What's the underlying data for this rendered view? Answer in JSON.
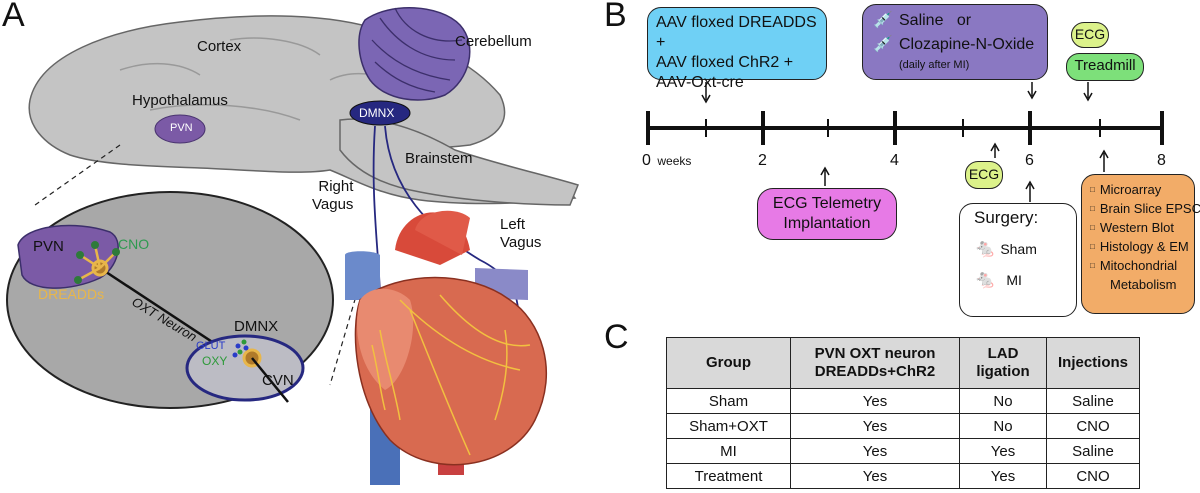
{
  "panels": {
    "a": "A",
    "b": "B",
    "c": "C"
  },
  "brain": {
    "cortex": "Cortex",
    "cerebellum": "Cerebellum",
    "hypothalamus": "Hypothalamus",
    "pvn": "PVN",
    "dmnx": "DMNX",
    "brainstem": "Brainstem"
  },
  "inset": {
    "pvn": "PVN",
    "cno": "CNO",
    "dreadds": "DREADDs",
    "oxt_neuron": "OXT Neuron",
    "dmnx": "DMNX",
    "glut": "GLUT",
    "oxy": "OXY",
    "cvn": "CVN"
  },
  "heart": {
    "right_vagus": [
      "Right",
      "Vagus"
    ],
    "left_vagus": [
      "Left",
      "Vagus"
    ]
  },
  "timeline": {
    "virus_box": [
      "AAV floxed DREADDS +",
      "AAV floxed ChR2 +",
      "AAV-Oxt-cre"
    ],
    "injection_box": {
      "line1": "Saline   or",
      "line2": "Clozapine-N-Oxide",
      "note": "(daily after MI)"
    },
    "ecg_top": "ECG",
    "treadmill": "Treadmill",
    "ticks": {
      "t0": "0",
      "weeks": "weeks",
      "t2": "2",
      "t4": "4",
      "t6": "6",
      "t8": "8"
    },
    "telemetry_box": [
      "ECG Telemetry",
      "Implantation"
    ],
    "ecg_mid": "ECG",
    "surgery": {
      "title": "Surgery:",
      "sham": "Sham",
      "mi": "MI"
    },
    "assays": [
      "Microarray",
      "Brain Slice EPSC",
      "Western Blot",
      "Histology & EM",
      "Mitochondrial",
      "Metabolism"
    ]
  },
  "colors": {
    "virus_box": "#6fd0f5",
    "injection_box": "#8a78c2",
    "ecg_box": "#dcf28a",
    "treadmill_box": "#7de07a",
    "telemetry_box": "#e77ae6",
    "assay_box": "#f2ac68",
    "brain": "#c4c4c4",
    "purple_region": "#7b5aa6"
  },
  "table": {
    "headers": [
      "Group",
      "PVN OXT neuron DREADDs+ChR2",
      "LAD ligation",
      "Injections"
    ],
    "header_lines": [
      [
        "Group"
      ],
      [
        "PVN OXT neuron",
        "DREADDs+ChR2"
      ],
      [
        "LAD",
        "ligation"
      ],
      [
        "Injections"
      ]
    ],
    "rows": [
      [
        "Sham",
        "Yes",
        "No",
        "Saline"
      ],
      [
        "Sham+OXT",
        "Yes",
        "No",
        "CNO"
      ],
      [
        "MI",
        "Yes",
        "Yes",
        "Saline"
      ],
      [
        "Treatment",
        "Yes",
        "Yes",
        "CNO"
      ]
    ]
  }
}
